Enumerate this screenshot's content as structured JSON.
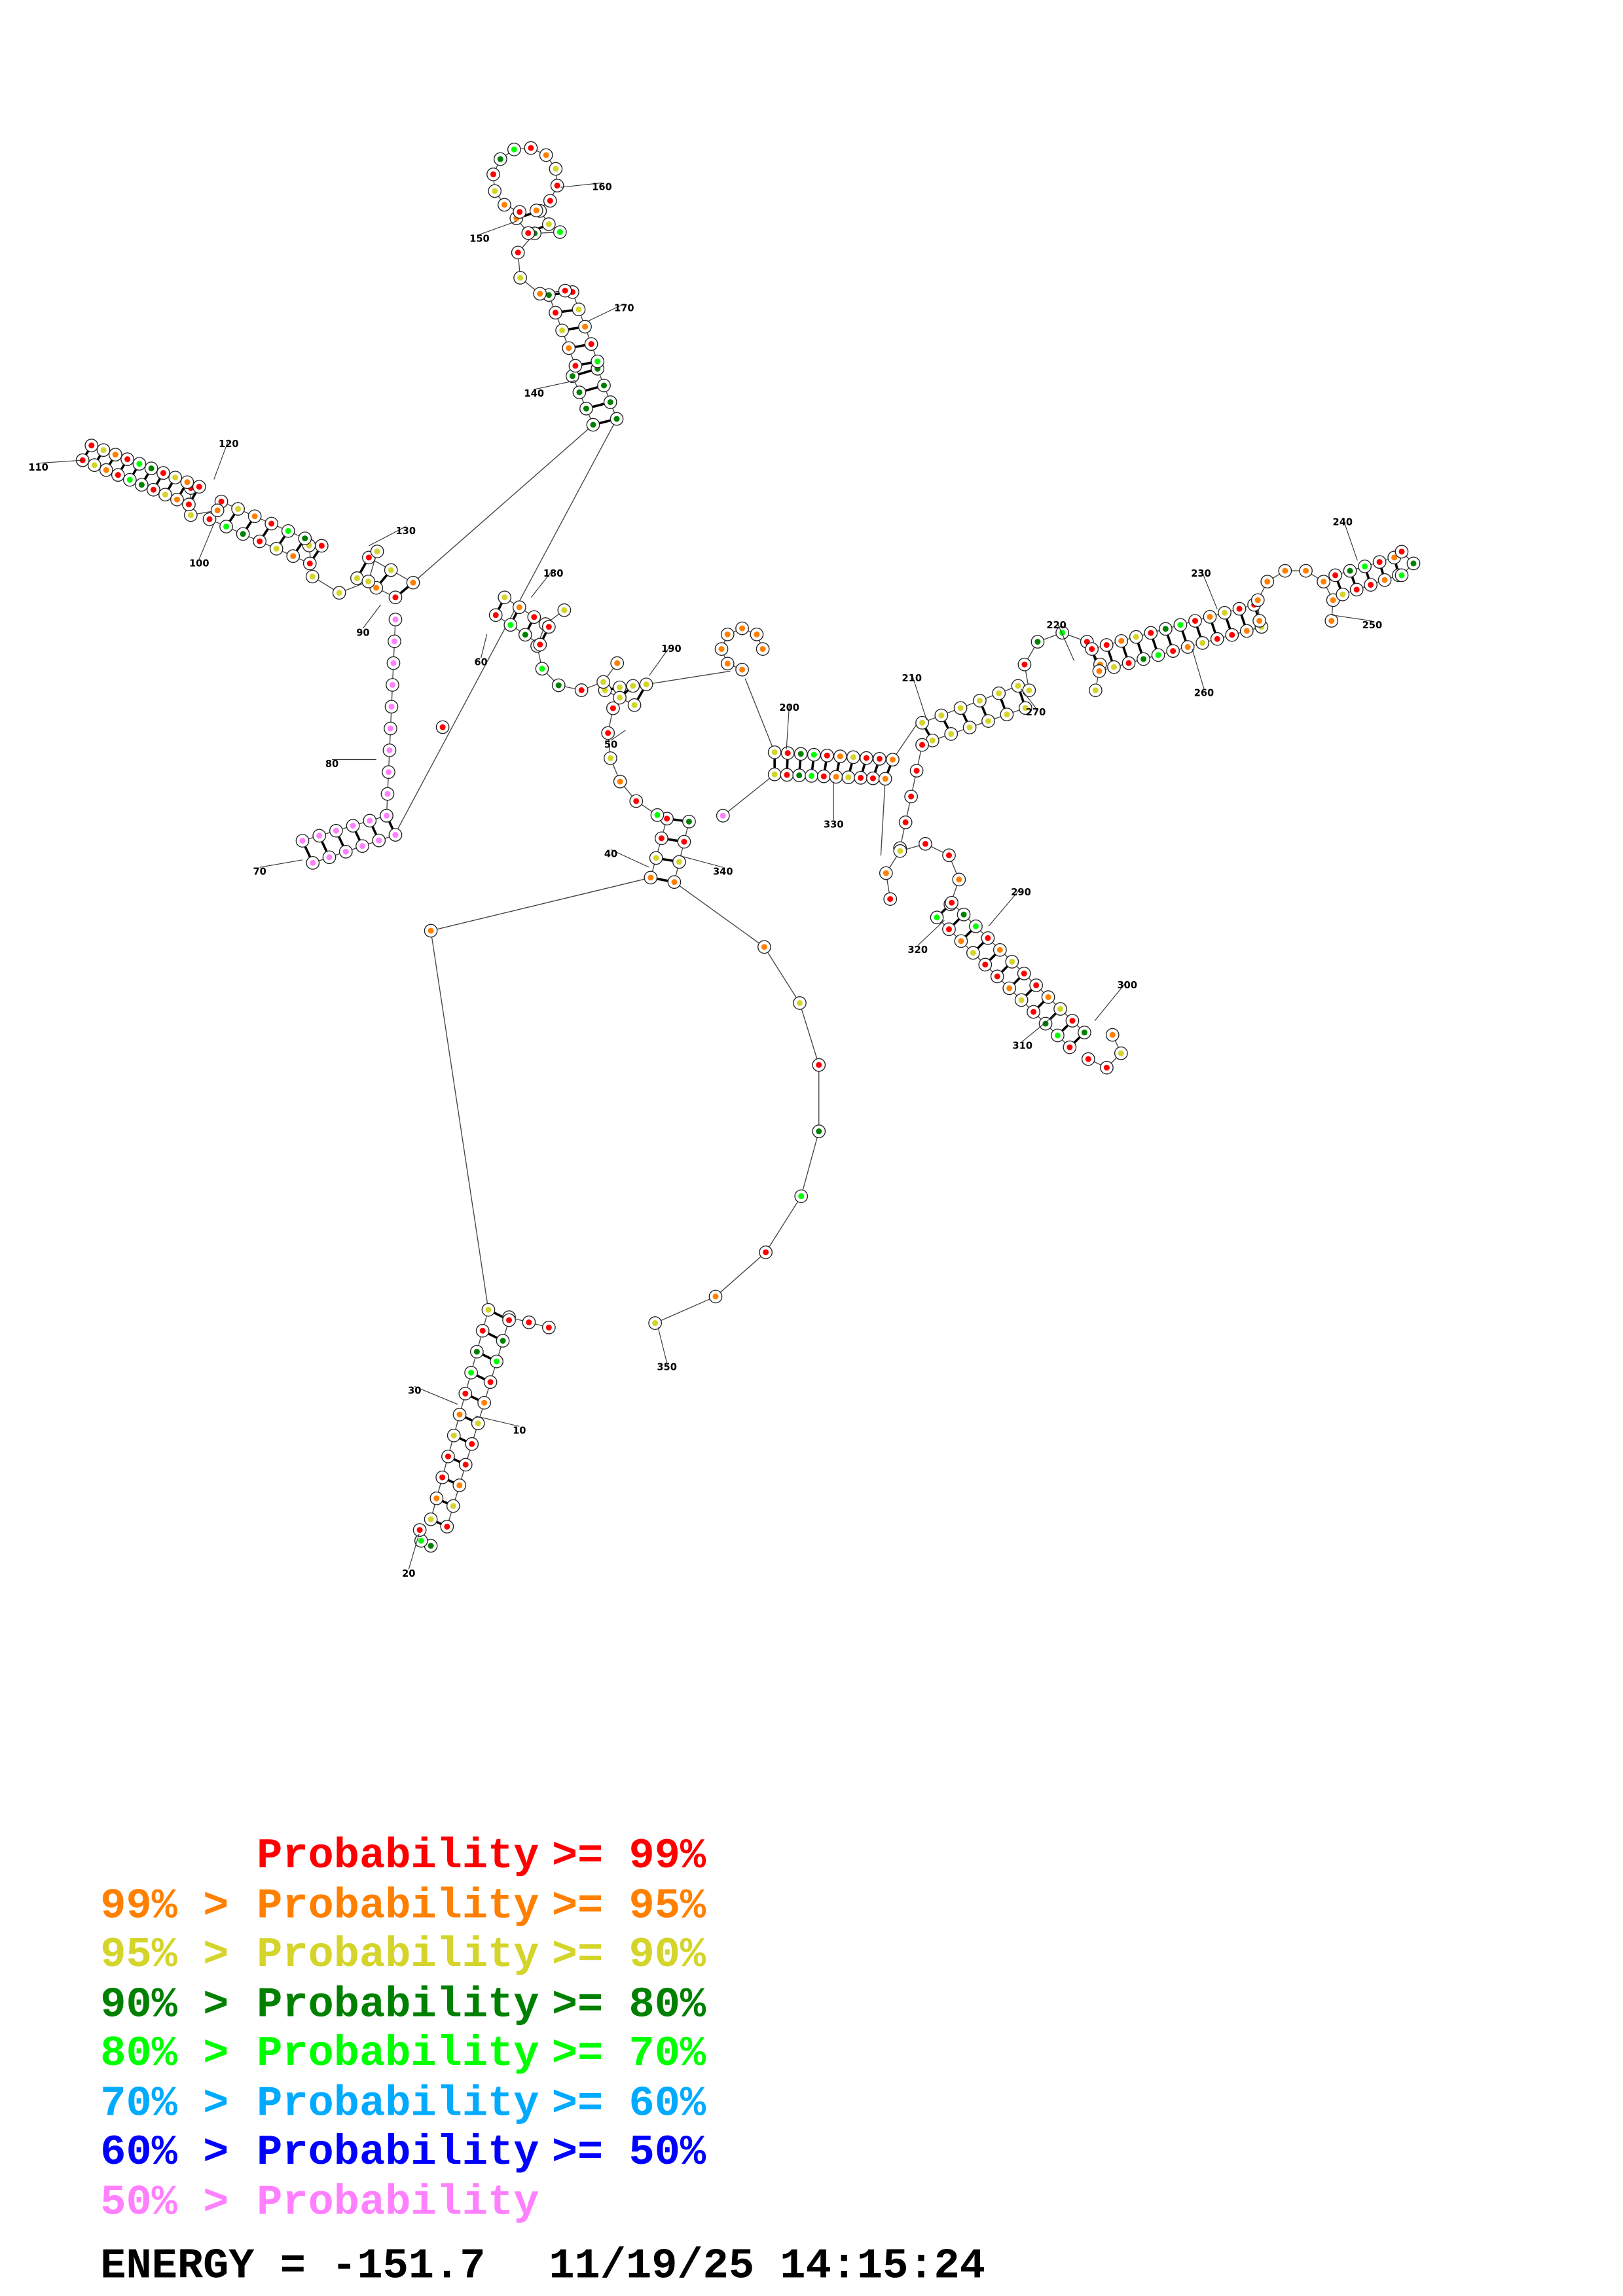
{
  "colors": {
    "p99": "#ff0000",
    "p95": "#ff8000",
    "p90": "#d4d42a",
    "p80": "#008000",
    "p70": "#00ff00",
    "p60": "#00aaff",
    "p50": "#0000ff",
    "plow": "#ff80ff"
  },
  "position_labels": [
    "10",
    "20",
    "30",
    "40",
    "50",
    "60",
    "70",
    "80",
    "90",
    "100",
    "110",
    "120",
    "130",
    "140",
    "150",
    "160",
    "170",
    "180",
    "190",
    "200",
    "210",
    "220",
    "230",
    "240",
    "250",
    "260",
    "270",
    "290",
    "300",
    "310",
    "320",
    "330",
    "340",
    "350"
  ],
  "legend": [
    {
      "left": "",
      "mid": "Probability",
      "right": ">= 99%",
      "color": "p99"
    },
    {
      "left": "99% >",
      "mid": "Probability",
      "right": ">= 95%",
      "color": "p95"
    },
    {
      "left": "95% >",
      "mid": "Probability",
      "right": ">= 90%",
      "color": "p90"
    },
    {
      "left": "90% >",
      "mid": "Probability",
      "right": ">= 80%",
      "color": "p80"
    },
    {
      "left": "80% >",
      "mid": "Probability",
      "right": ">= 70%",
      "color": "p70"
    },
    {
      "left": "70% >",
      "mid": "Probability",
      "right": ">= 60%",
      "color": "p60"
    },
    {
      "left": "60% >",
      "mid": "Probability",
      "right": ">= 50%",
      "color": "p50"
    },
    {
      "left": "50% >",
      "mid": "Probability",
      "right": "",
      "color": "plow"
    }
  ],
  "footer": {
    "energy": "ENERGY = -151.7",
    "timestamp": "11/19/25 14:15:24"
  }
}
